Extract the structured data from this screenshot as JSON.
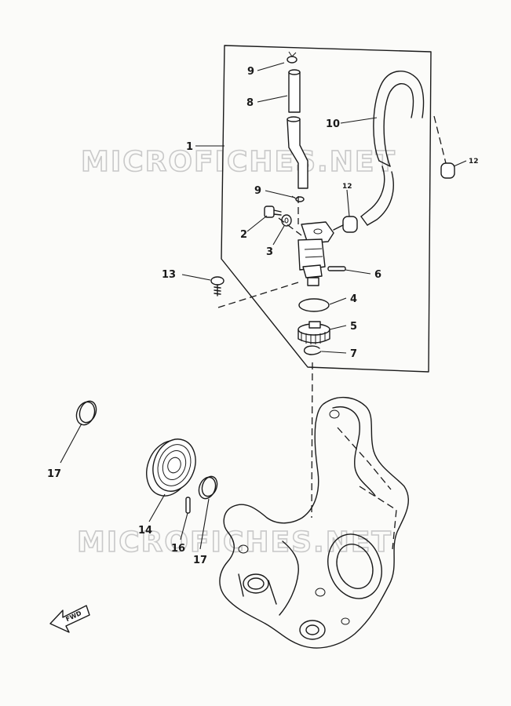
{
  "watermark": "MICROFICHES.NET",
  "direction_label": "FWD",
  "callouts": {
    "c1": "1",
    "c2": "2",
    "c3": "3",
    "c4": "4",
    "c5": "5",
    "c6": "6",
    "c7": "7",
    "c8": "8",
    "c9a": "9",
    "c9b": "9",
    "c10": "10",
    "c12a": "12",
    "c12b": "12",
    "c13": "13",
    "c14": "14",
    "c16": "16",
    "c17a": "17",
    "c17b": "17"
  },
  "colors": {
    "ink": "#1a1a1a",
    "paper": "#fbfbf9",
    "watermark": "#c9c9c9"
  }
}
